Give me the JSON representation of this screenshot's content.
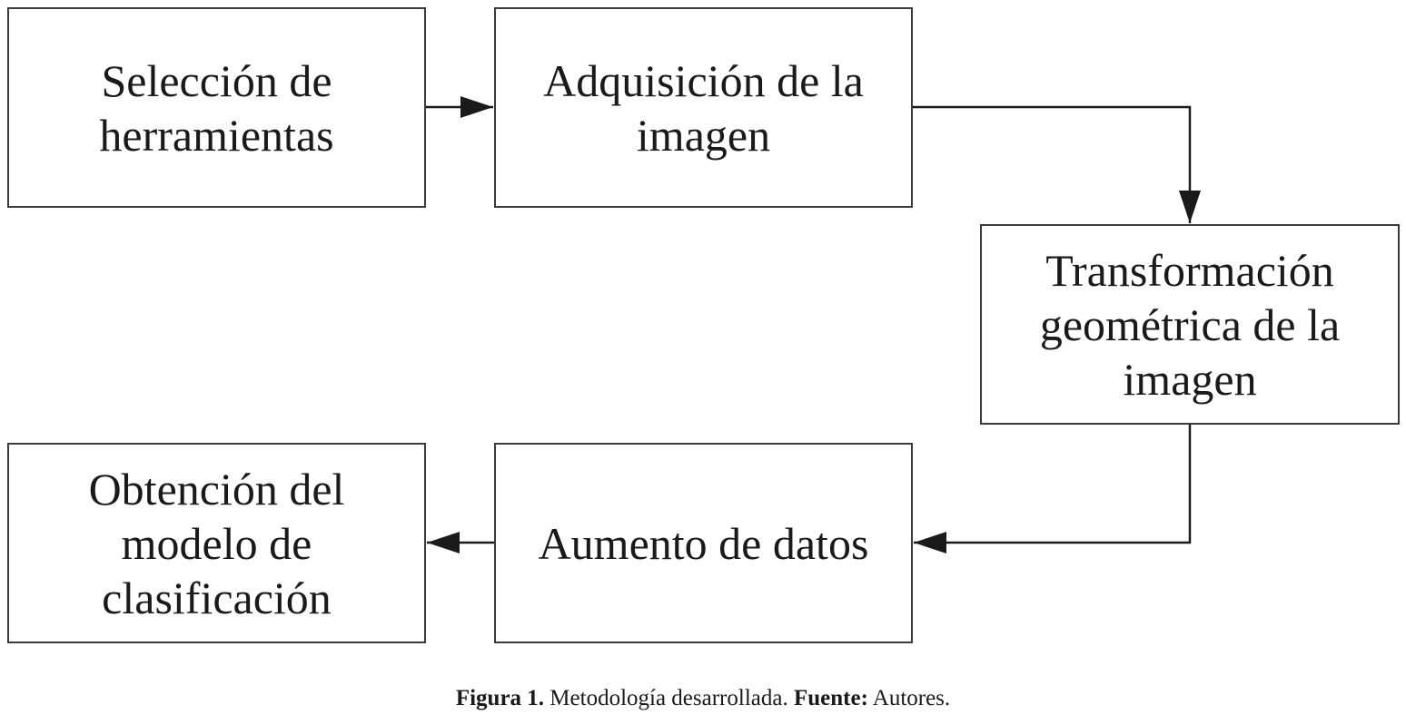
{
  "diagram": {
    "nodes": [
      {
        "id": "n1",
        "label": "Selección de\nherramientas"
      },
      {
        "id": "n2",
        "label": "Adquisición de la\nimagen"
      },
      {
        "id": "n3",
        "label": "Transformación\ngeométrica de la\nimagen"
      },
      {
        "id": "n4",
        "label": "Aumento de datos"
      },
      {
        "id": "n5",
        "label": "Obtención del\nmodelo de\nclasificación"
      }
    ],
    "edges": [
      {
        "from": "n1",
        "to": "n2"
      },
      {
        "from": "n2",
        "to": "n3"
      },
      {
        "from": "n3",
        "to": "n4"
      },
      {
        "from": "n4",
        "to": "n5"
      }
    ],
    "line_color": "#1a1a1a"
  },
  "caption": {
    "figure_label": "Figura 1.",
    "figure_text": " Metodología desarrollada. ",
    "source_label": "Fuente:",
    "source_text": " Autores."
  }
}
